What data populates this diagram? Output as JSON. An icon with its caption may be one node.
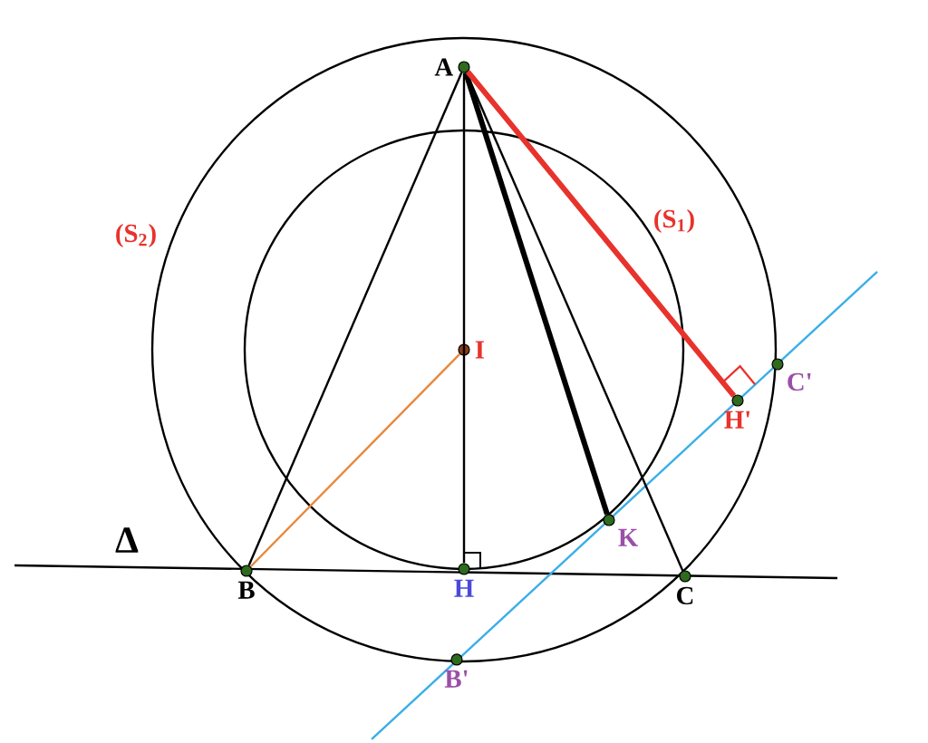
{
  "diagram": {
    "nodes": [
      {
        "text": [
          "A"
        ]
      },
      {
        "text": [
          "I"
        ]
      },
      {
        "text": [
          "H'"
        ]
      },
      {
        "text": [
          "C'"
        ]
      },
      {
        "text": [
          "K"
        ]
      },
      {
        "text": [
          "B"
        ]
      },
      {
        "text": [
          "H"
        ]
      },
      {
        "text": [
          "C"
        ]
      },
      {
        "text": [
          "B'"
        ]
      }
    ],
    "edges": [
      {
        "from": 0,
        "to": 5,
        "arrow": "none"
      },
      {
        "from": 0,
        "to": 6,
        "arrow": "none"
      },
      {
        "from": 0,
        "to": 4,
        "arrow": "none",
        "style": "thick"
      },
      {
        "from": 0,
        "to": 7,
        "arrow": "none"
      },
      {
        "from": 0,
        "to": 2,
        "arrow": "none",
        "style": "thick",
        "color": "#e8322c"
      },
      {
        "from": 1,
        "to": 5,
        "arrow": "none",
        "color": "#e8883c"
      }
    ],
    "labels": [
      "(S$_{2}$)",
      "(S$_{1}$)",
      "Δ"
    ]
  }
}
